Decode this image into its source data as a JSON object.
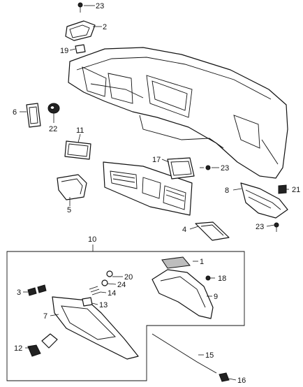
{
  "labels": {
    "l1": "1",
    "l2": "2",
    "l3": "3",
    "l4": "4",
    "l5": "5",
    "l6": "6",
    "l7": "7",
    "l8": "8",
    "l9": "9",
    "l10": "10",
    "l11": "11",
    "l12": "12",
    "l13": "13",
    "l14": "14",
    "l15": "15",
    "l16": "16",
    "l17": "17",
    "l18": "18",
    "l19": "19",
    "l20": "20",
    "l21": "21",
    "l22": "22",
    "l23a": "23",
    "l23b": "23",
    "l23c": "23",
    "l24": "24"
  }
}
